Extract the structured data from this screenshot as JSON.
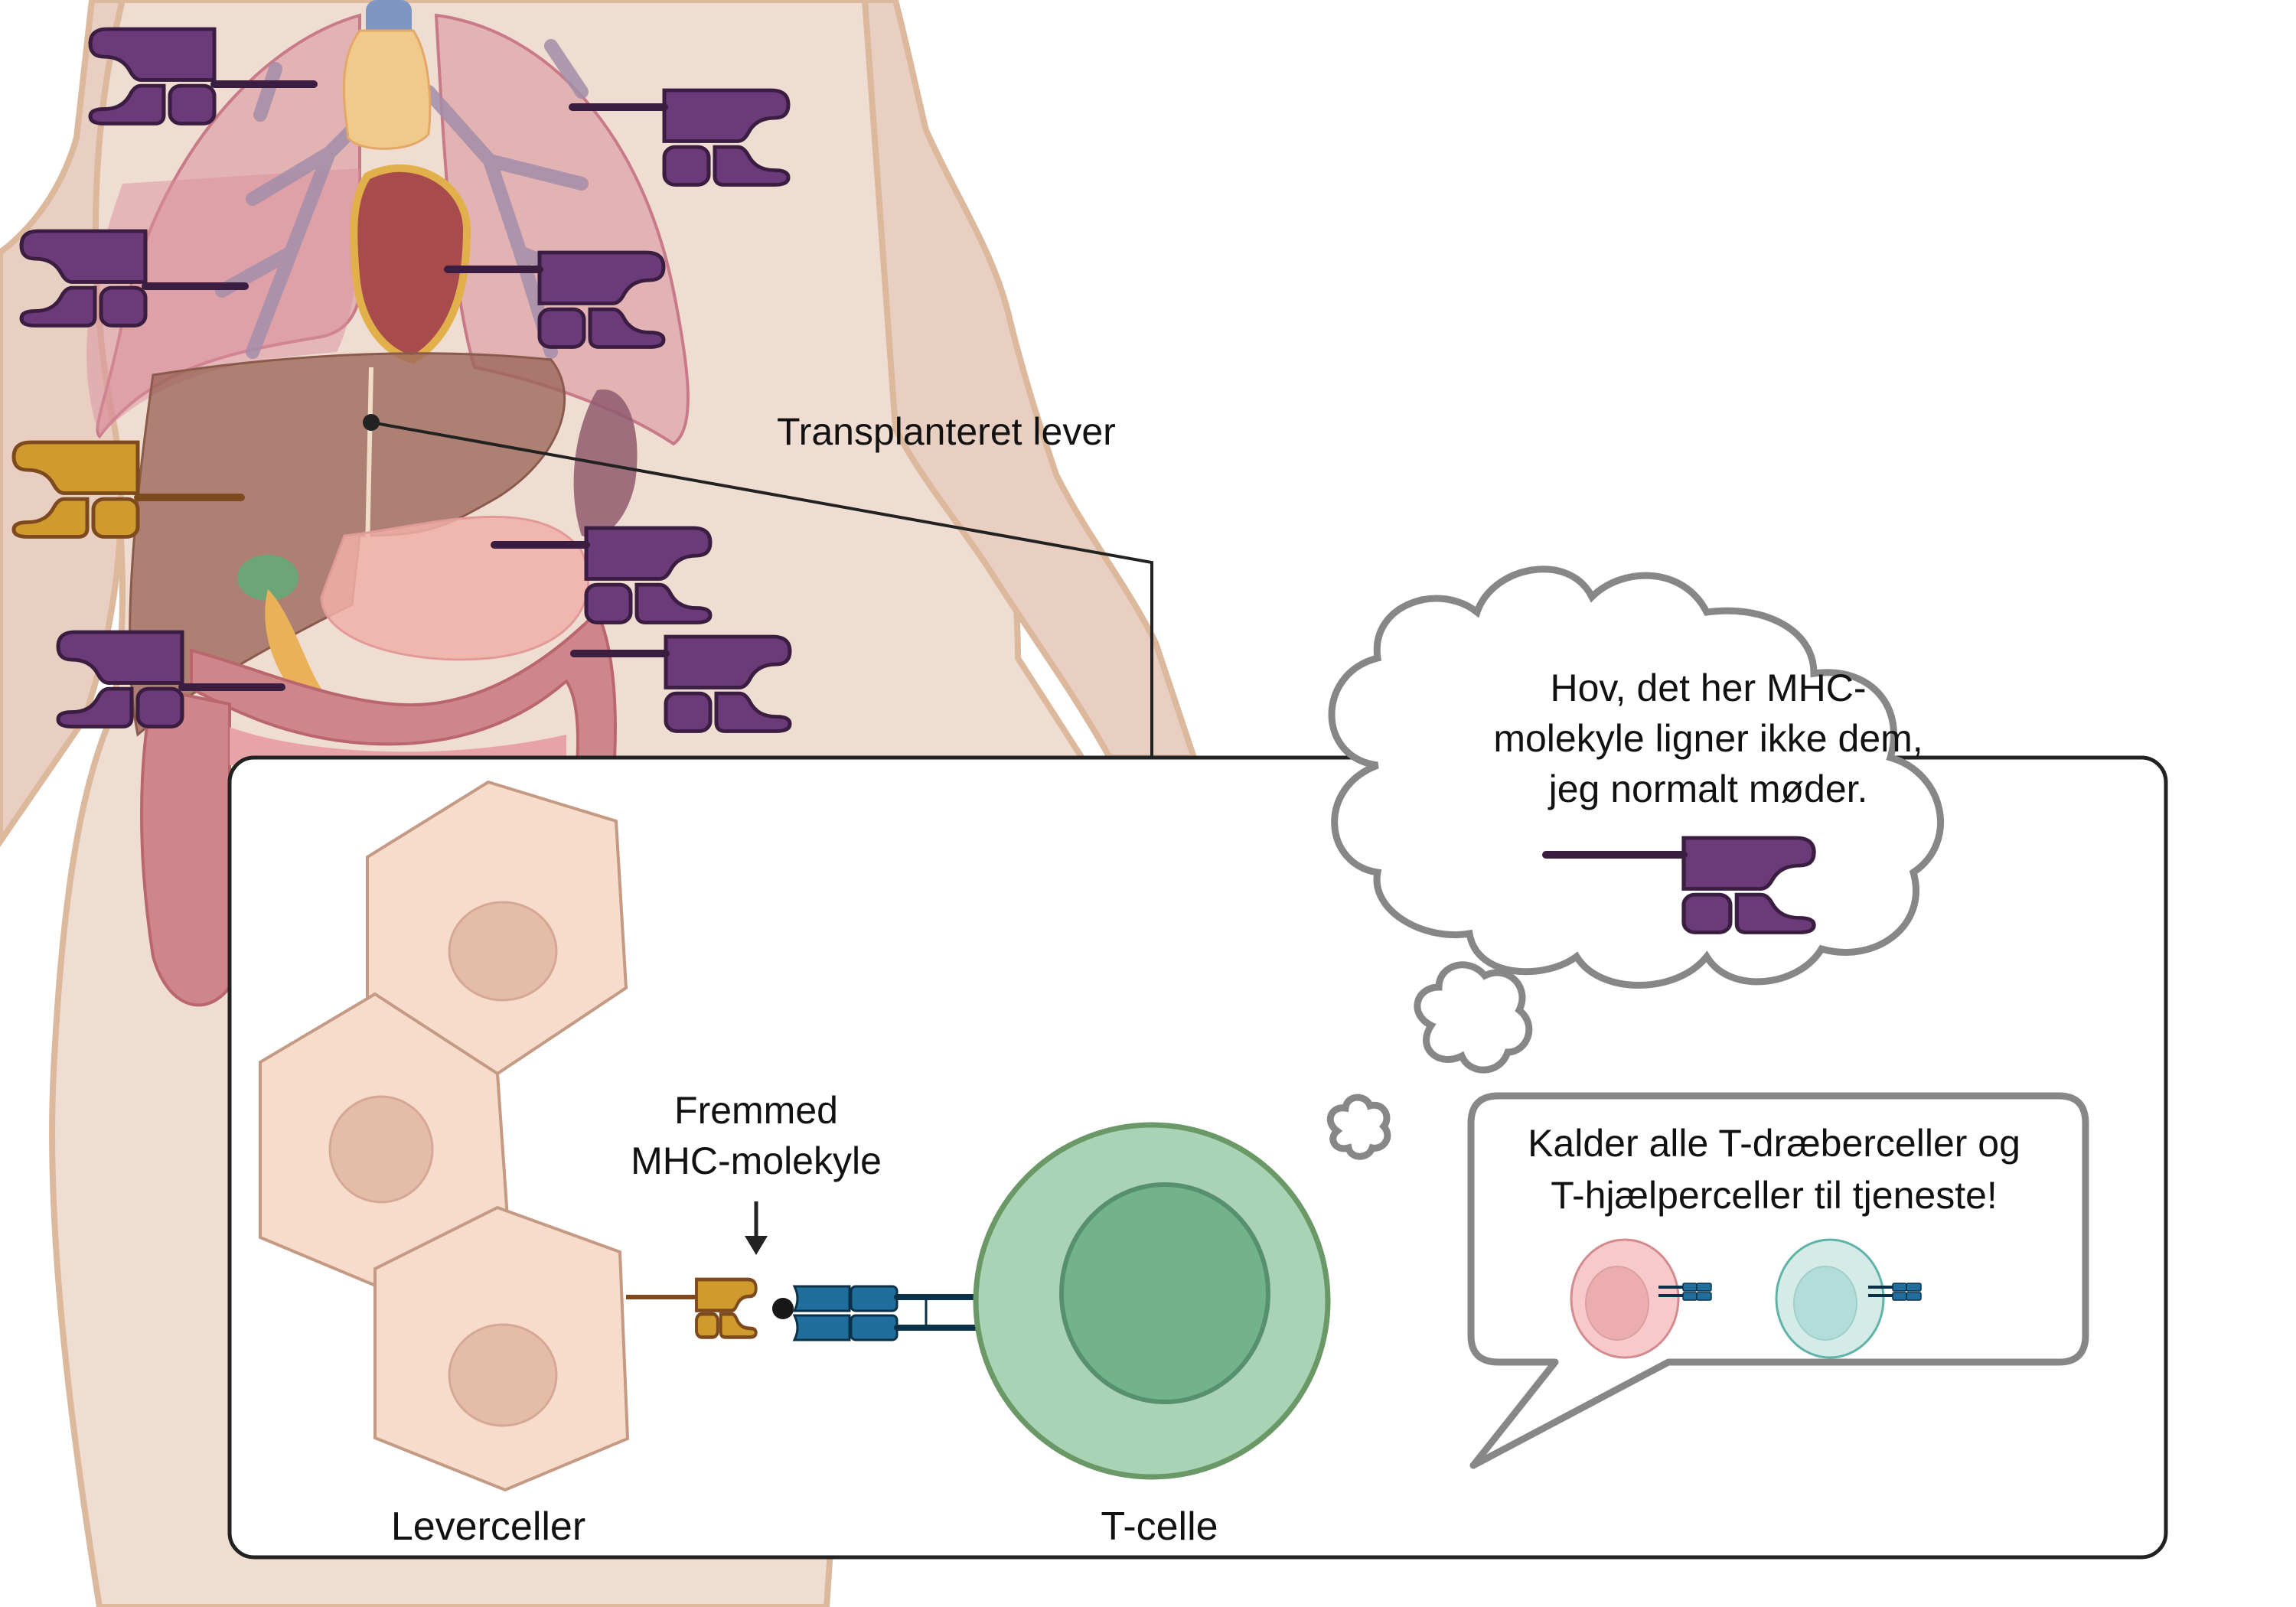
{
  "labels": {
    "transplanted_liver": "Transplanteret lever",
    "foreign_mhc": [
      "Fremmed",
      "MHC-molekyle"
    ],
    "liver_cells": "Leverceller",
    "t_cell": "T-celle"
  },
  "thought_bubble": {
    "lines": [
      "Hov, det her MHC-",
      "molekyle ligner ikke dem,",
      "jeg normalt møder."
    ]
  },
  "speech_bubble": {
    "lines": [
      "Kalder alle T-dræberceller og",
      "T-hjælperceller til tjeneste!"
    ]
  },
  "colors": {
    "skin": "#f0ddd2",
    "skin_shadow": "#e6cbbd",
    "skin_outline": "#dcb89c",
    "lung": "#d98f9b",
    "liver": "#9b6558",
    "intestine": "#cf868a",
    "mhc_self": "#6b3a78",
    "mhc_self_stroke": "#3a1d40",
    "mhc_foreign": "#cf9a2e",
    "mhc_foreign_stroke": "#7d4a1e",
    "tcr": "#1f6e9c",
    "tcr_stroke": "#0b3148",
    "hepatocyte": "#f8dccb",
    "hepatocyte_stroke": "#c49a85",
    "hepatocyte_nucleus": "#e3bcaa",
    "tcell_outer": "#aad2b4",
    "tcell_stroke": "#6a9866",
    "tcell_nucleus": "#72b38b",
    "killer_cell": "#f7c9cb",
    "killer_stroke": "#d38b8d",
    "helper_cell": "#d5ebe8",
    "helper_stroke": "#5fb3a8",
    "bubble_stroke": "#878787",
    "frame_stroke": "#222222"
  },
  "self_mhc_markers": 7,
  "icons": [
    "self-mhc-molecule-icon",
    "foreign-mhc-molecule-icon",
    "t-cell-receptor-icon",
    "hepatocyte-icon",
    "t-cell-icon",
    "killer-t-cell-icon",
    "helper-t-cell-icon"
  ]
}
